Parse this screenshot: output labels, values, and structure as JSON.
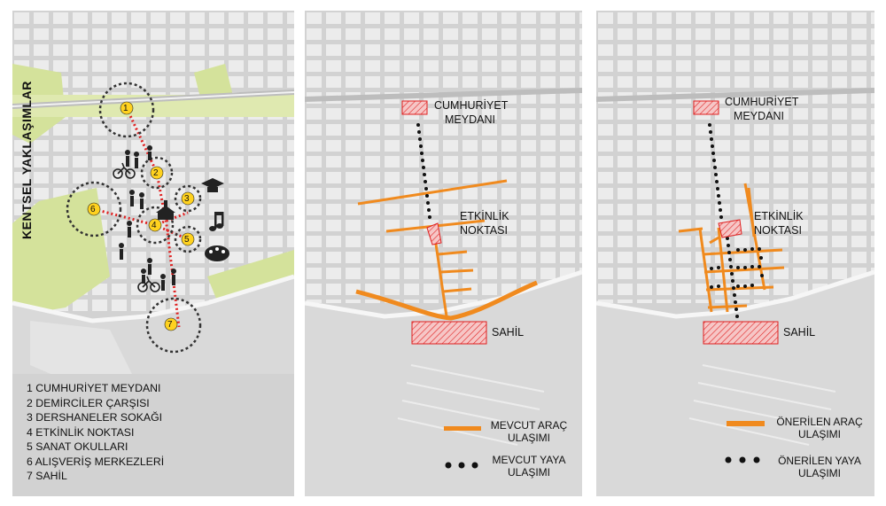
{
  "panel1": {
    "title": "KENTSEL YAKLAŞIMLAR",
    "markers": [
      "1",
      "2",
      "3",
      "4",
      "5",
      "6",
      "7"
    ],
    "legend": [
      {
        "num": "1",
        "label": "CUMHURİYET MEYDANI"
      },
      {
        "num": "2",
        "label": "DEMİRCİLER ÇARŞISI"
      },
      {
        "num": "3",
        "label": "DERSHANELER SOKAĞI"
      },
      {
        "num": "4",
        "label": "ETKİNLİK NOKTASI"
      },
      {
        "num": "5",
        "label": "SANAT OKULLARI"
      },
      {
        "num": "6",
        "label": "ALIŞVERİŞ MERKEZLERİ"
      },
      {
        "num": "7",
        "label": "SAHİL"
      }
    ]
  },
  "panel2": {
    "labels": {
      "cumhuriyet_1": "CUMHURİYET",
      "cumhuriyet_2": "MEYDANI",
      "etkinlik_1": "ETKİNLİK",
      "etkinlik_2": "NOKTASI",
      "sahil": "SAHİL"
    },
    "legend": {
      "vehicle_1": "MEVCUT ARAÇ",
      "vehicle_2": "ULAŞIMI",
      "pedestrian_1": "MEVCUT YAYA",
      "pedestrian_2": "ULAŞIMI"
    }
  },
  "panel3": {
    "labels": {
      "cumhuriyet_1": "CUMHURİYET",
      "cumhuriyet_2": "MEYDANI",
      "etkinlik_1": "ETKİNLİK",
      "etkinlik_2": "NOKTASI",
      "sahil": "SAHİL"
    },
    "legend": {
      "vehicle_1": "ÖNERİLEN ARAÇ",
      "vehicle_2": "ULAŞIMI",
      "pedestrian_1": "ÖNERİLEN YAYA",
      "pedestrian_2": "ULAŞIMI"
    }
  },
  "colors": {
    "map_bg": "#d2d2d2",
    "block": "#e9e9e9",
    "road": "#f7f7f7",
    "green": "#d4e29b",
    "sea": "#d9d9d9",
    "orange": "#f08a1e",
    "red": "#e02020",
    "marker_yellow": "#ffd21f"
  }
}
